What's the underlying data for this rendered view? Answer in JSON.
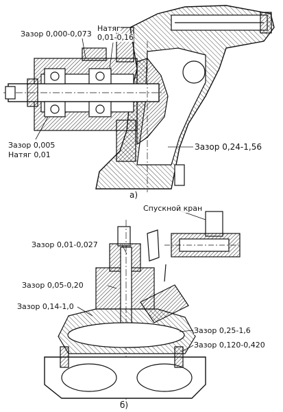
{
  "figure_a": {
    "caption": "а)",
    "labels": {
      "gap_top": "Зазор 0,000-0,073",
      "interference_top_title": "Натяг",
      "interference_top_value": "0,01-0,16",
      "gap_left": "Зазор 0,005",
      "interference_left": "Натяг 0,01",
      "gap_right": "Зазор 0,24-1,56"
    }
  },
  "figure_b": {
    "caption": "б)",
    "labels": {
      "drain_valve": "Спускной кран",
      "gap_1": "Зазор 0,01-0,027",
      "gap_2": "Зазор 0,05-0,20",
      "gap_3": "Зазор 0,14-1,0",
      "gap_4": "Зазор 0,25-1,6",
      "gap_5": "Зазор 0,120-0,420"
    }
  }
}
